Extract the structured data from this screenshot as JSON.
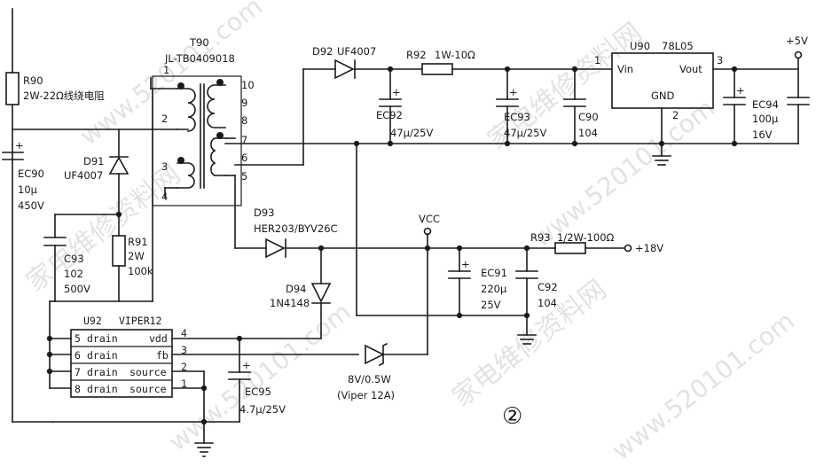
{
  "transformer": {
    "ref": "T90",
    "part": "JL-TB0409018",
    "pins": [
      "1",
      "2",
      "3",
      "4",
      "10",
      "9",
      "8",
      "7",
      "6",
      "5"
    ]
  },
  "resistors": {
    "r90": {
      "ref": "R90",
      "value": "2W-22Ω线绕电阻"
    },
    "r91": {
      "ref": "R91",
      "power": "2W",
      "value": "100k"
    },
    "r92": {
      "ref": "R92",
      "value": "1W-10Ω"
    },
    "r93": {
      "ref": "R93",
      "value": "1/2W-100Ω"
    }
  },
  "capacitors": {
    "ec90": {
      "ref": "EC90",
      "cap": "10μ",
      "volt": "450V"
    },
    "c93": {
      "ref": "C93",
      "cap": "102",
      "volt": "500V"
    },
    "ec92": {
      "ref": "EC92",
      "value": "47μ/25V"
    },
    "ec93": {
      "ref": "EC93",
      "value": "47μ/25V"
    },
    "c90": {
      "ref": "C90",
      "value": "104"
    },
    "ec94": {
      "ref": "EC94",
      "cap": "100μ",
      "volt": "16V"
    },
    "ec91": {
      "ref": "EC91",
      "cap": "220μ",
      "volt": "25V"
    },
    "c92": {
      "ref": "C92",
      "value": "104"
    },
    "ec95": {
      "ref": "EC95",
      "value": "4.7μ/25V"
    }
  },
  "diodes": {
    "d91": {
      "ref": "D91",
      "part": "UF4007"
    },
    "d92": {
      "ref": "D92",
      "part": "UF4007"
    },
    "d93": {
      "ref": "D93",
      "part": "HER203/BYV26C"
    },
    "d94": {
      "ref": "D94",
      "part": "1N4148"
    },
    "zener": {
      "value": "8V/0.5W",
      "note": "(Viper 12A)"
    }
  },
  "u90": {
    "ref": "U90",
    "part": "78L05",
    "pin_vin": "Vin",
    "pin_vout": "Vout",
    "pin_gnd": "GND",
    "num_in": "1",
    "num_out": "3",
    "num_gnd": "2"
  },
  "u92": {
    "ref": "U92",
    "part": "VIPER12",
    "left_pins": [
      {
        "num": "5",
        "name": "drain"
      },
      {
        "num": "6",
        "name": "drain"
      },
      {
        "num": "7",
        "name": "drain"
      },
      {
        "num": "8",
        "name": "drain"
      }
    ],
    "right_pins": [
      {
        "num": "4",
        "name": "vdd"
      },
      {
        "num": "3",
        "name": "fb"
      },
      {
        "num": "2",
        "name": "source"
      },
      {
        "num": "1",
        "name": "source"
      }
    ]
  },
  "nets": {
    "plus5v": "+5V",
    "vcc": "VCC",
    "plus18v": "+18V"
  },
  "figure_number": "②",
  "watermarks": [
    "家电维修资料网",
    "www.520101.com"
  ]
}
